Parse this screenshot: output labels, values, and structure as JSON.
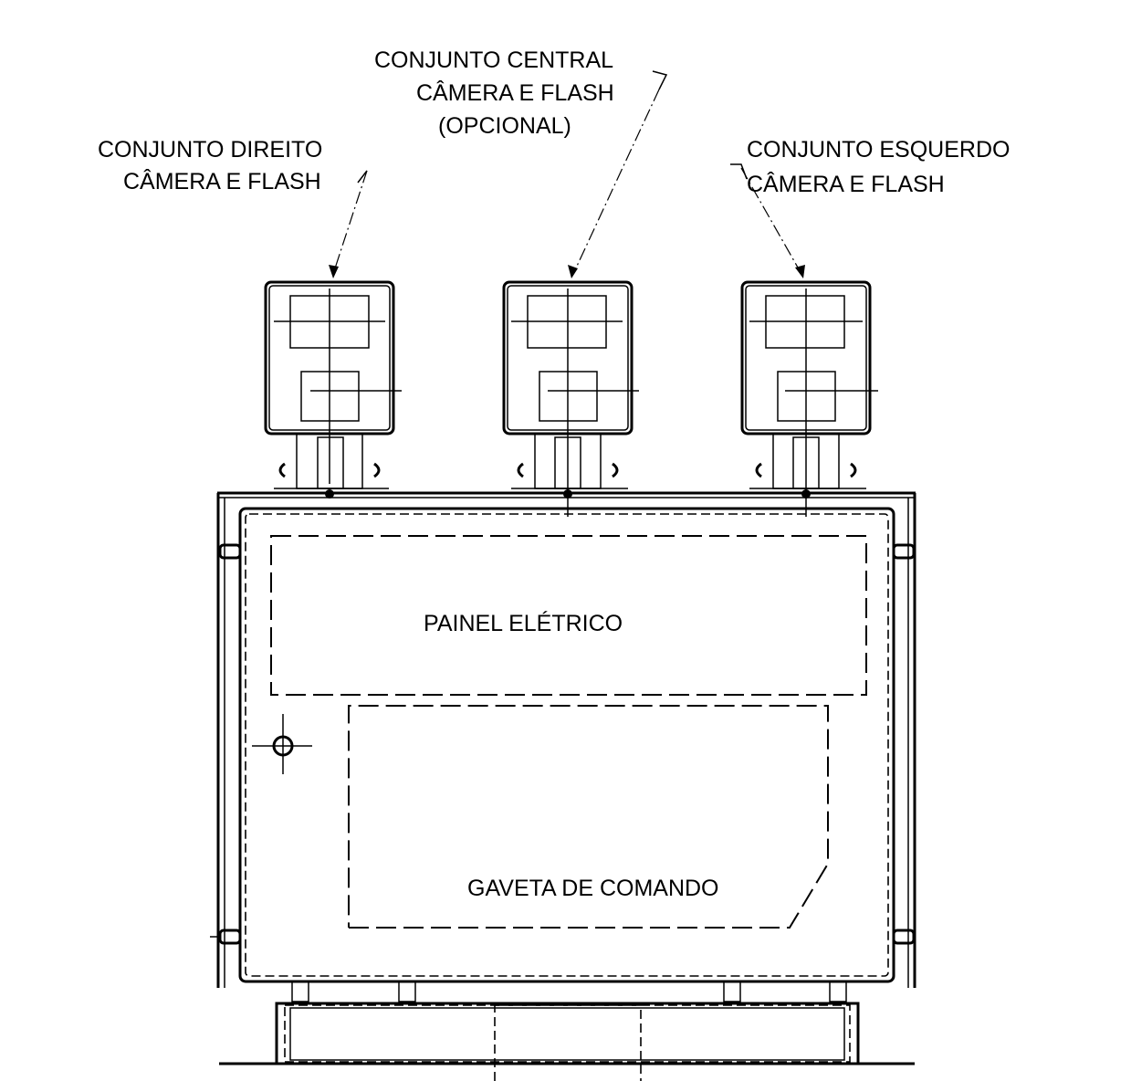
{
  "labels": {
    "central": {
      "line1": "CONJUNTO CENTRAL",
      "line2": "CÂMERA E FLASH",
      "line3": "(OPCIONAL)"
    },
    "direito": {
      "line1": "CONJUNTO DIREITO",
      "line2": "CÂMERA E FLASH"
    },
    "esquerdo": {
      "line1": "CONJUNTO ESQUERDO",
      "line2": "CÂMERA E FLASH"
    },
    "painel": "PAINEL ELÉTRICO",
    "gaveta": "GAVETA DE COMANDO"
  }
}
